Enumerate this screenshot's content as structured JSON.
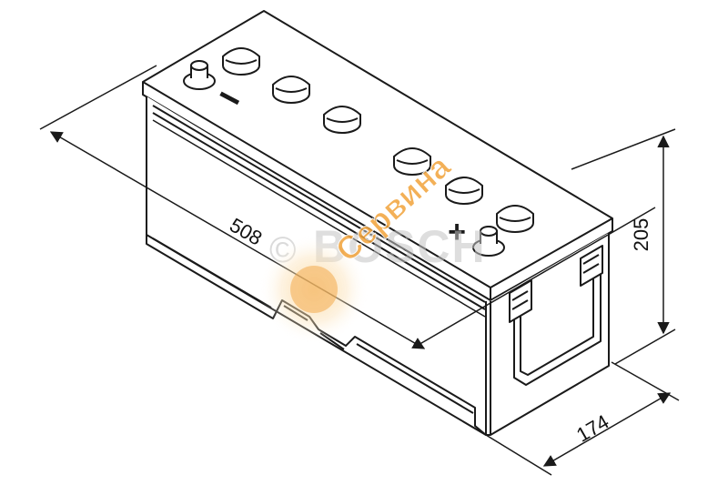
{
  "dimensions": {
    "length": "508",
    "height": "205",
    "width": "174"
  },
  "terminals": {
    "negative_symbol": "−",
    "positive_symbol": "+"
  },
  "watermark": {
    "brand": "BOSCH",
    "copyright_symbol": "©",
    "overlay": "Сервина"
  },
  "colors": {
    "line": "#1a1a1a",
    "watermark_brand": "#bfbfbf",
    "watermark_overlay": "#f2a33a"
  },
  "icons": [
    "battery-body",
    "terminal-post",
    "vent-cap",
    "carry-handle",
    "dimension-arrow"
  ]
}
